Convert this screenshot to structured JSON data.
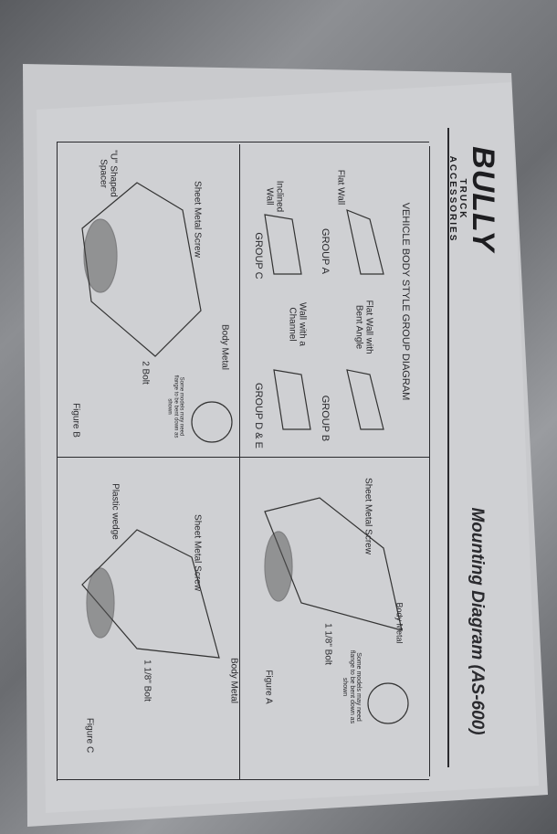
{
  "logo": {
    "name": "BULLY",
    "tagline": "TRUCK ACCESSORIES"
  },
  "title": "Mounting Diagram (AS-600)",
  "group_diagram": {
    "heading": "VEHICLE BODY STYLE GROUP DIAGRAM",
    "items": [
      {
        "label": "Flat Wall",
        "group": "GROUP A"
      },
      {
        "label": "Flat Wall with Bent Angle",
        "group": "GROUP B"
      },
      {
        "label": "Inclined Wall",
        "group": "GROUP C"
      },
      {
        "label": "Wall with a Channel",
        "group": "GROUP D & E"
      }
    ]
  },
  "figure_a": {
    "caption": "Figure A",
    "screw": "Sheet Metal Screw",
    "body": "Body Metal",
    "bolt": "1 1/8\" Bolt",
    "note": "Some models may need flange to be bent down as shown"
  },
  "figure_b": {
    "caption": "Figure B",
    "screw": "Sheet Metal Screw",
    "spacer": "\"U\" Shaped Spacer",
    "body": "Body Metal",
    "bolt": "2  Bolt",
    "note": "Some models may need flange to be bent down as shown"
  },
  "figure_c": {
    "caption": "Figure C",
    "screw": "Sheet Metal Screw",
    "wedge": "Plastic wedge",
    "body": "Body Metal",
    "bolt": "1 1/8\" Bolt"
  }
}
